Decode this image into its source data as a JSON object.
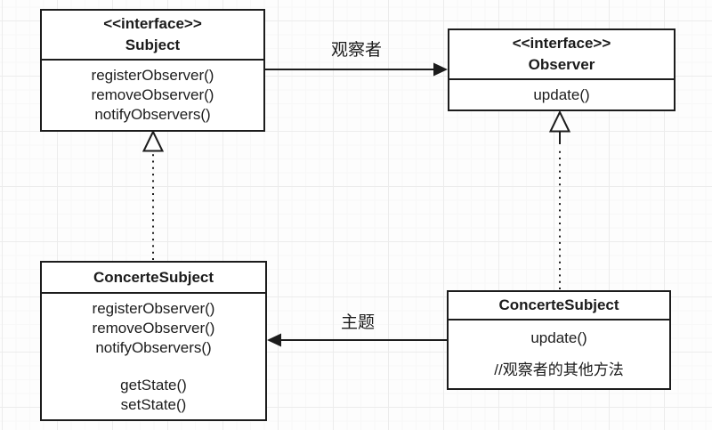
{
  "classes": {
    "subject": {
      "stereotype": "<<interface>>",
      "name": "Subject",
      "methods": [
        "registerObserver()",
        "removeObserver()",
        "notifyObservers()"
      ]
    },
    "observer": {
      "stereotype": "<<interface>>",
      "name": "Observer",
      "methods": [
        "update()"
      ]
    },
    "concrete_subject": {
      "name": "ConcerteSubject",
      "methods": [
        "registerObserver()",
        "removeObserver()",
        "notifyObservers()"
      ],
      "state_methods": [
        "getState()",
        "setState()"
      ]
    },
    "concrete_observer": {
      "name": "ConcerteSubject",
      "methods": [
        "update()"
      ],
      "comment": "//观察者的其他方法"
    }
  },
  "relations": {
    "subject_to_observer_label": "观察者",
    "observer_to_subject_label": "主题"
  },
  "colors": {
    "line": "#1c1c1c",
    "box_bg": "#ffffff",
    "background": "#fdfdfd",
    "grid_major": "#ececec",
    "grid_minor": "#f8f8f8"
  }
}
